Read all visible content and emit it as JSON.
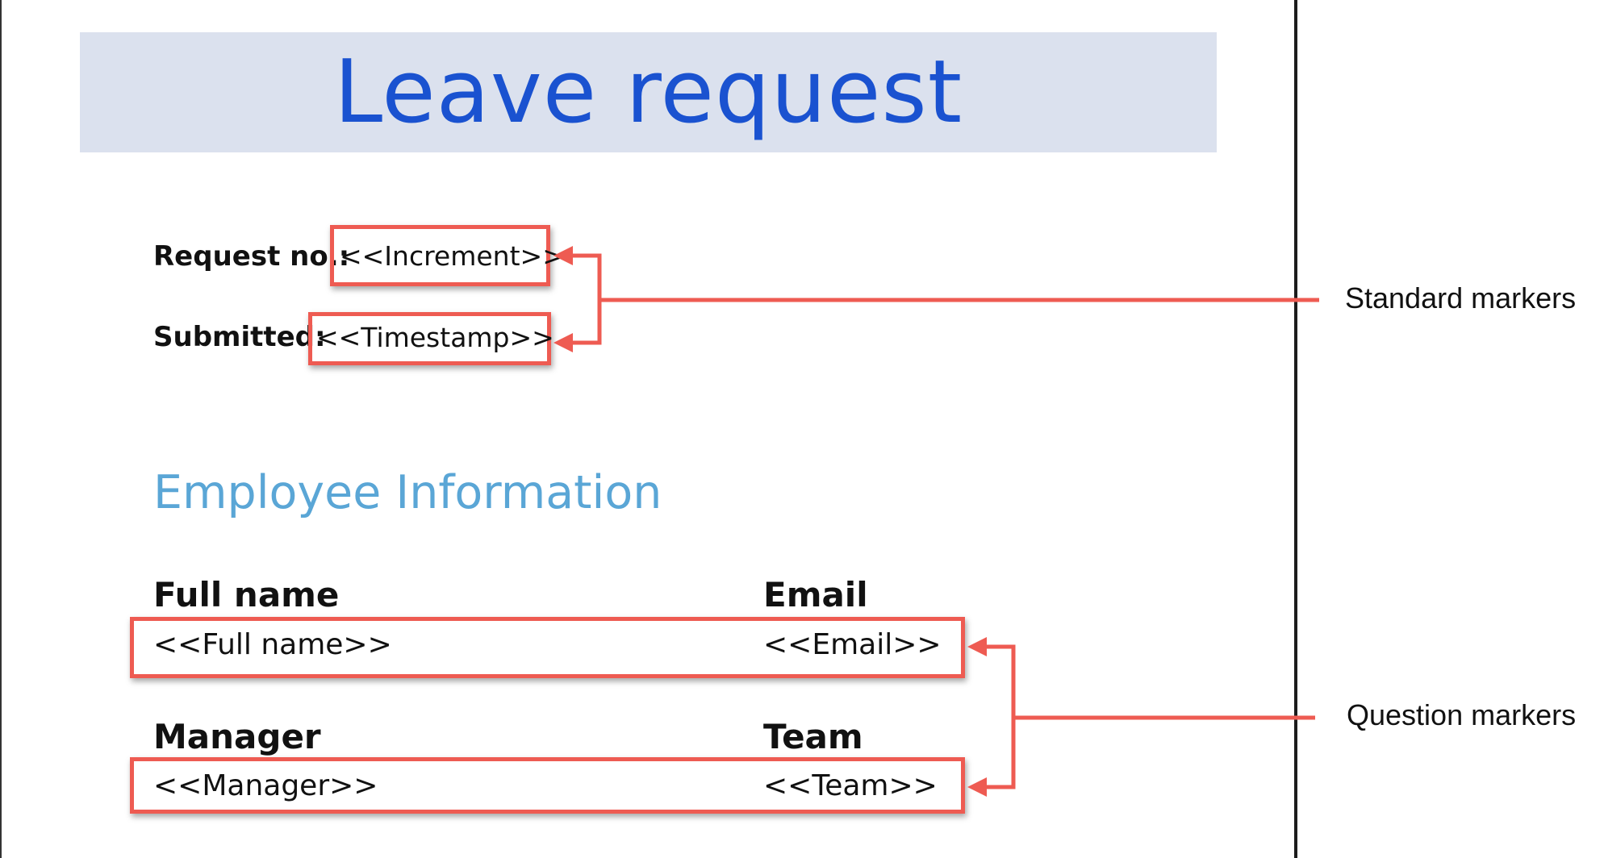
{
  "document": {
    "title": "Leave request",
    "request_no_label": "Request no.:",
    "request_no_marker": "<<Increment>>",
    "submitted_label": "Submitted:",
    "submitted_marker": "<<Timestamp>>",
    "section_heading": "Employee Information",
    "fields": {
      "full_name": {
        "label": "Full name",
        "marker": "<<Full name>>"
      },
      "email": {
        "label": "Email",
        "marker": "<<Email>>"
      },
      "manager": {
        "label": "Manager",
        "marker": "<<Manager>>"
      },
      "team": {
        "label": "Team",
        "marker": "<<Team>>"
      }
    }
  },
  "callouts": {
    "standard": "Standard markers",
    "question": "Question markers"
  },
  "colors": {
    "title_banner": "#dbe1ee",
    "title_text": "#1a52d0",
    "section_heading": "#5aa6d6",
    "highlight": "#ee5b52"
  }
}
